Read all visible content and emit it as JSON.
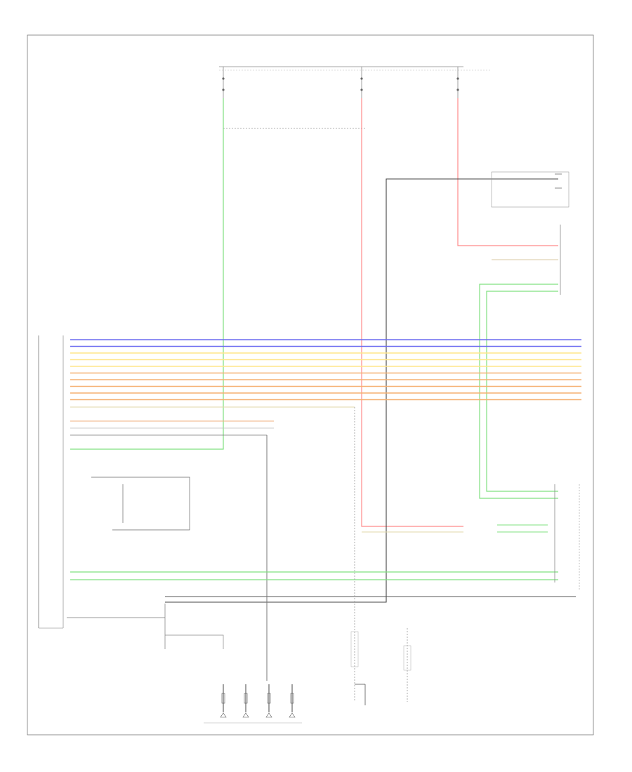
{
  "colors": {
    "green": "#7fe07f",
    "red": "#ff6b6b",
    "pink": "#ff9a9a",
    "blue": "#6a6af0",
    "yellow": "#ffe58a",
    "orange": "#f5b070",
    "tan": "#d9c9a0",
    "black": "#444444",
    "gray": "#999999"
  },
  "page_number": "",
  "labels": {
    "top_bus": "",
    "top_bus2": "",
    "fuse1": "",
    "fuse2": "",
    "fuse3": "",
    "right_top_block": "",
    "right_mid_block": "",
    "right_lower_block": "",
    "left_module": "",
    "left_relay": "",
    "mid_block": "",
    "bottom_module": "",
    "bottom_module2": "",
    "bottom_center": "",
    "bottom_right": "",
    "ground_block": "",
    "speakers": ""
  },
  "harness_rows": [
    {
      "color": "blue"
    },
    {
      "color": "blue"
    },
    {
      "color": "yellow"
    },
    {
      "color": "yellow"
    },
    {
      "color": "yellow"
    },
    {
      "color": "orange"
    },
    {
      "color": "orange"
    },
    {
      "color": "orange"
    },
    {
      "color": "orange"
    },
    {
      "color": "orange"
    }
  ]
}
